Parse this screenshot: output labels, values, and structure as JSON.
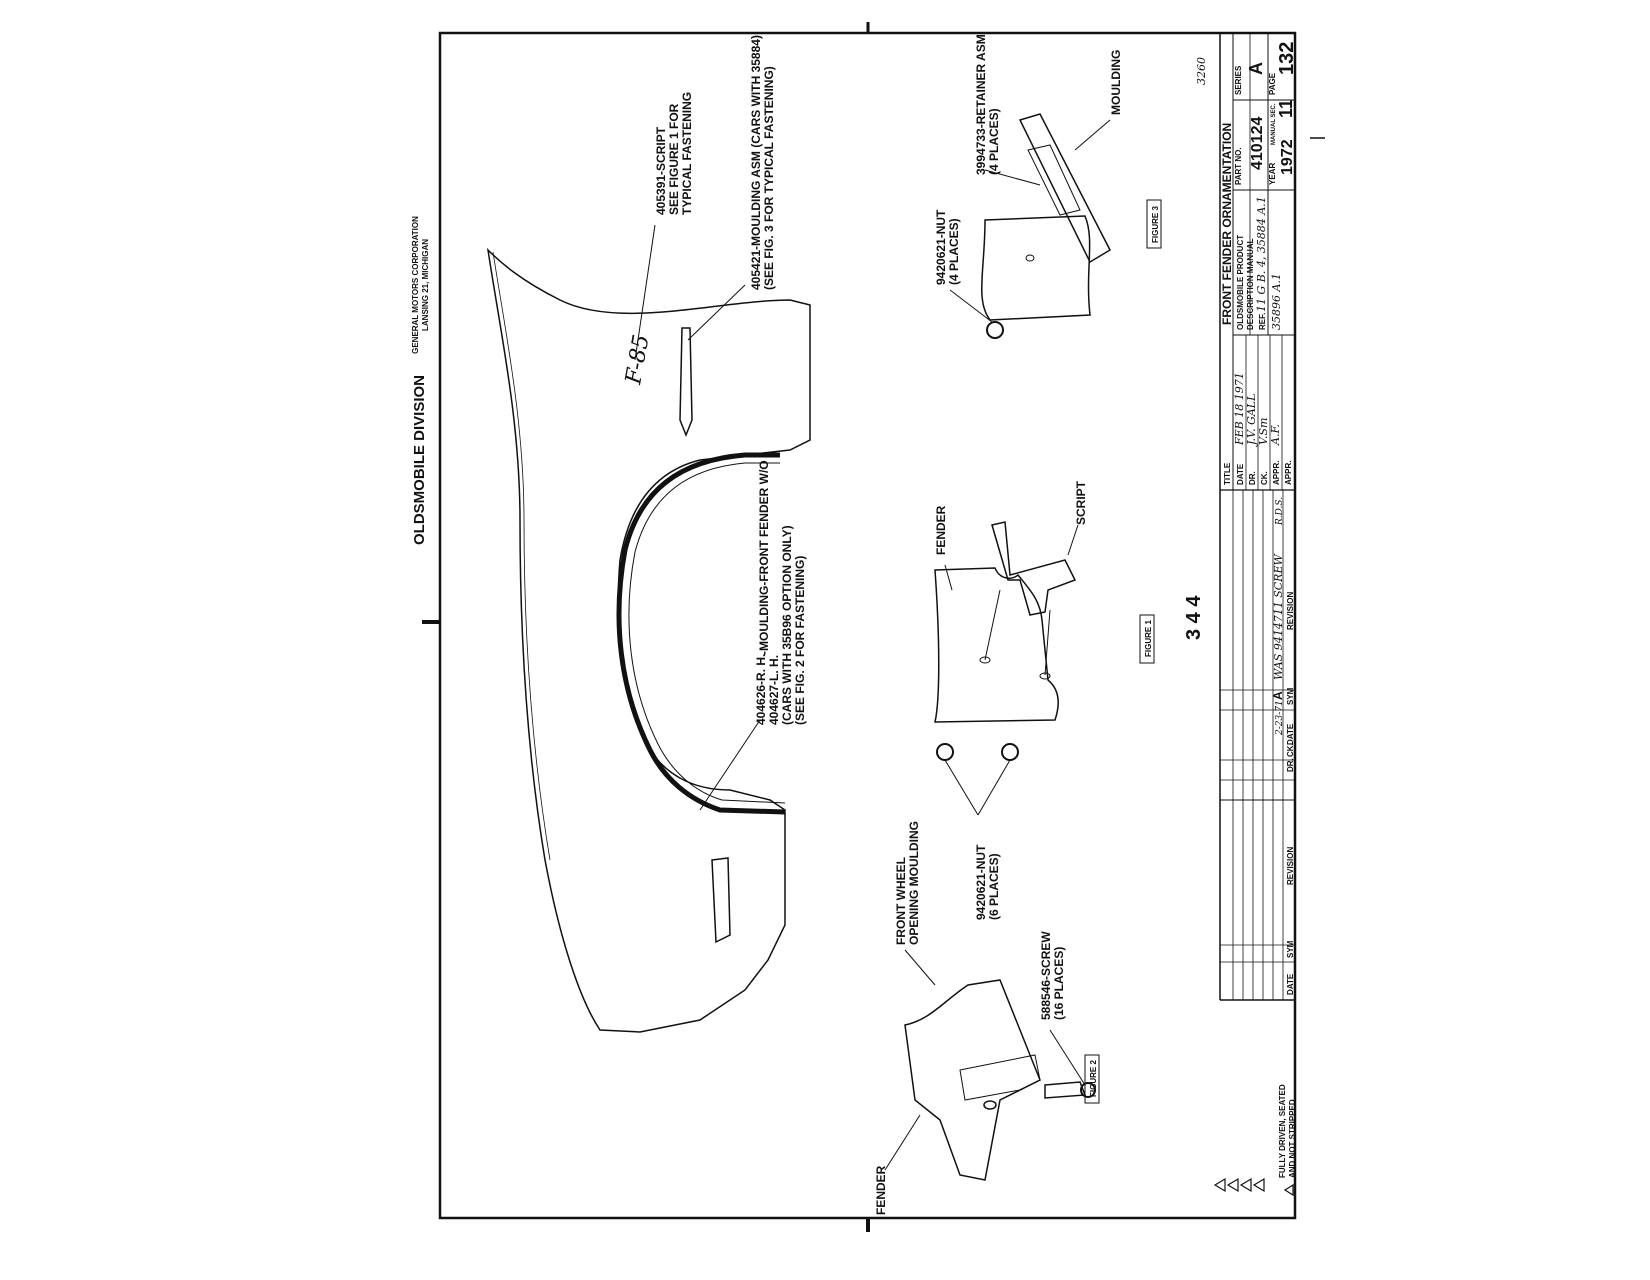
{
  "header": {
    "division": "OLDSMOBILE DIVISION",
    "corp": "GENERAL MOTORS CORPORATION",
    "city": "LANSING 21, MICHIGAN"
  },
  "callouts": {
    "script": [
      "405391-SCRIPT",
      "SEE FIGURE 1 FOR",
      "TYPICAL FASTENING"
    ],
    "moulding_asm": [
      "405421-MOULDING ASM (CARS WITH 35884)",
      "(SEE FIG. 3 FOR TYPICAL FASTENING)"
    ],
    "front_fender_moulding": [
      "404626-R. H.",
      "404627-L. H.",
      "-MOULDING-FRONT FENDER W/O",
      "(CARS WITH 35B96 OPTION ONLY)",
      "(SEE FIG. 2 FOR FASTENING)"
    ],
    "nut_16": [
      "9420621-NUT",
      "(6 PLACES)"
    ],
    "nut_4": [
      "9420621-NUT",
      "(4 PLACES)"
    ],
    "retainer": [
      "3994733-RETAINER ASM",
      "(4 PLACES)"
    ],
    "screw": [
      "588546-SCREW",
      "(16 PLACES)"
    ],
    "fender_fig1": "FENDER",
    "script_fig1": "SCRIPT",
    "moulding_fig3": "MOULDING",
    "front_wheel": [
      "FRONT WHEEL",
      "OPENING MOULDING"
    ],
    "fender_fig2": "FENDER"
  },
  "figures": {
    "fig1": "FIGURE 1",
    "fig2": "FIGURE 2",
    "fig3": "FIGURE 3"
  },
  "center_number": "3 4 4",
  "note": [
    "FULLY DRIVEN, SEATED",
    "AND NOT STRIPPED"
  ],
  "corner_code": "3260",
  "title_block": {
    "title_label": "TITLE",
    "title": "FRONT FENDER ORNAMENTATION",
    "date_label": "DATE",
    "date_value": "FEB 18 1971",
    "dr_label": "DR.",
    "dr_value": "J.V. GALL",
    "ck_label": "CK.",
    "ck_value": "V.Sm",
    "appr_label": "APPR.",
    "appr_value": "A.F.",
    "product": "OLDSMOBILE PRODUCT",
    "manual": "DESCRIPTION MANUAL",
    "ref_label": "REF.",
    "ref_value": "11 G B. 4, 35884 A.1",
    "ref_value2": "35896 A.1",
    "part_no_label": "PART NO.",
    "part_no": "410124",
    "series_label": "SERIES",
    "series": "A",
    "year_label": "YEAR",
    "year": "1972",
    "manual_sec_label": "MANUAL SEC.",
    "manual_sec": "11",
    "page_label": "PAGE",
    "page": "132",
    "rev_date": "2-23-71",
    "rev_sym": "A",
    "rev_text": "WAS 9414711 SCREW",
    "rev_ck": "R.D.S.",
    "col_date": "DATE",
    "col_sym": "SYM",
    "col_revision": "REVISION",
    "col_dr": "DR.",
    "col_ck": "CK."
  }
}
